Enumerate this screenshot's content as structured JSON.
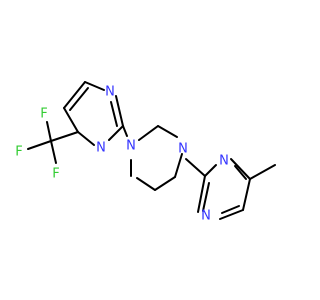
{
  "molecule": {
    "atoms": {
      "n_upper_ring_top": "N",
      "n_upper_ring_bottom": "N",
      "n_piperazine_left": "N",
      "n_piperazine_right": "N",
      "n_lower_ring_top": "N",
      "n_lower_ring_bottom": "N",
      "f_top": "F",
      "f_left": "F",
      "f_bottom": "F"
    },
    "element_colors": {
      "N": "#3333FF",
      "F": "#33CC33",
      "C": "#000000"
    }
  }
}
